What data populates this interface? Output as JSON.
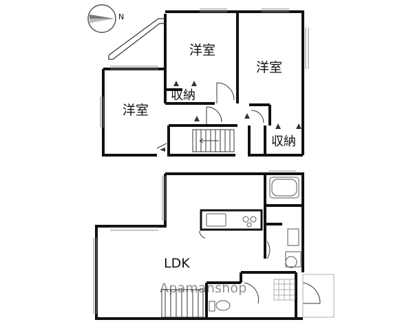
{
  "compass": {
    "label": "N"
  },
  "upper_floor": {
    "rooms": [
      {
        "label": "洋室"
      },
      {
        "label": "洋室"
      },
      {
        "label": "洋室"
      }
    ],
    "storage": [
      {
        "label": "収納"
      },
      {
        "label": "収納"
      }
    ]
  },
  "lower_floor": {
    "living": {
      "label": "LDK"
    }
  },
  "watermark": {
    "text": "Apamanshop"
  },
  "colors": {
    "wall": "#111111",
    "line": "#333333",
    "window": "#888888",
    "fixture": "#555555"
  }
}
